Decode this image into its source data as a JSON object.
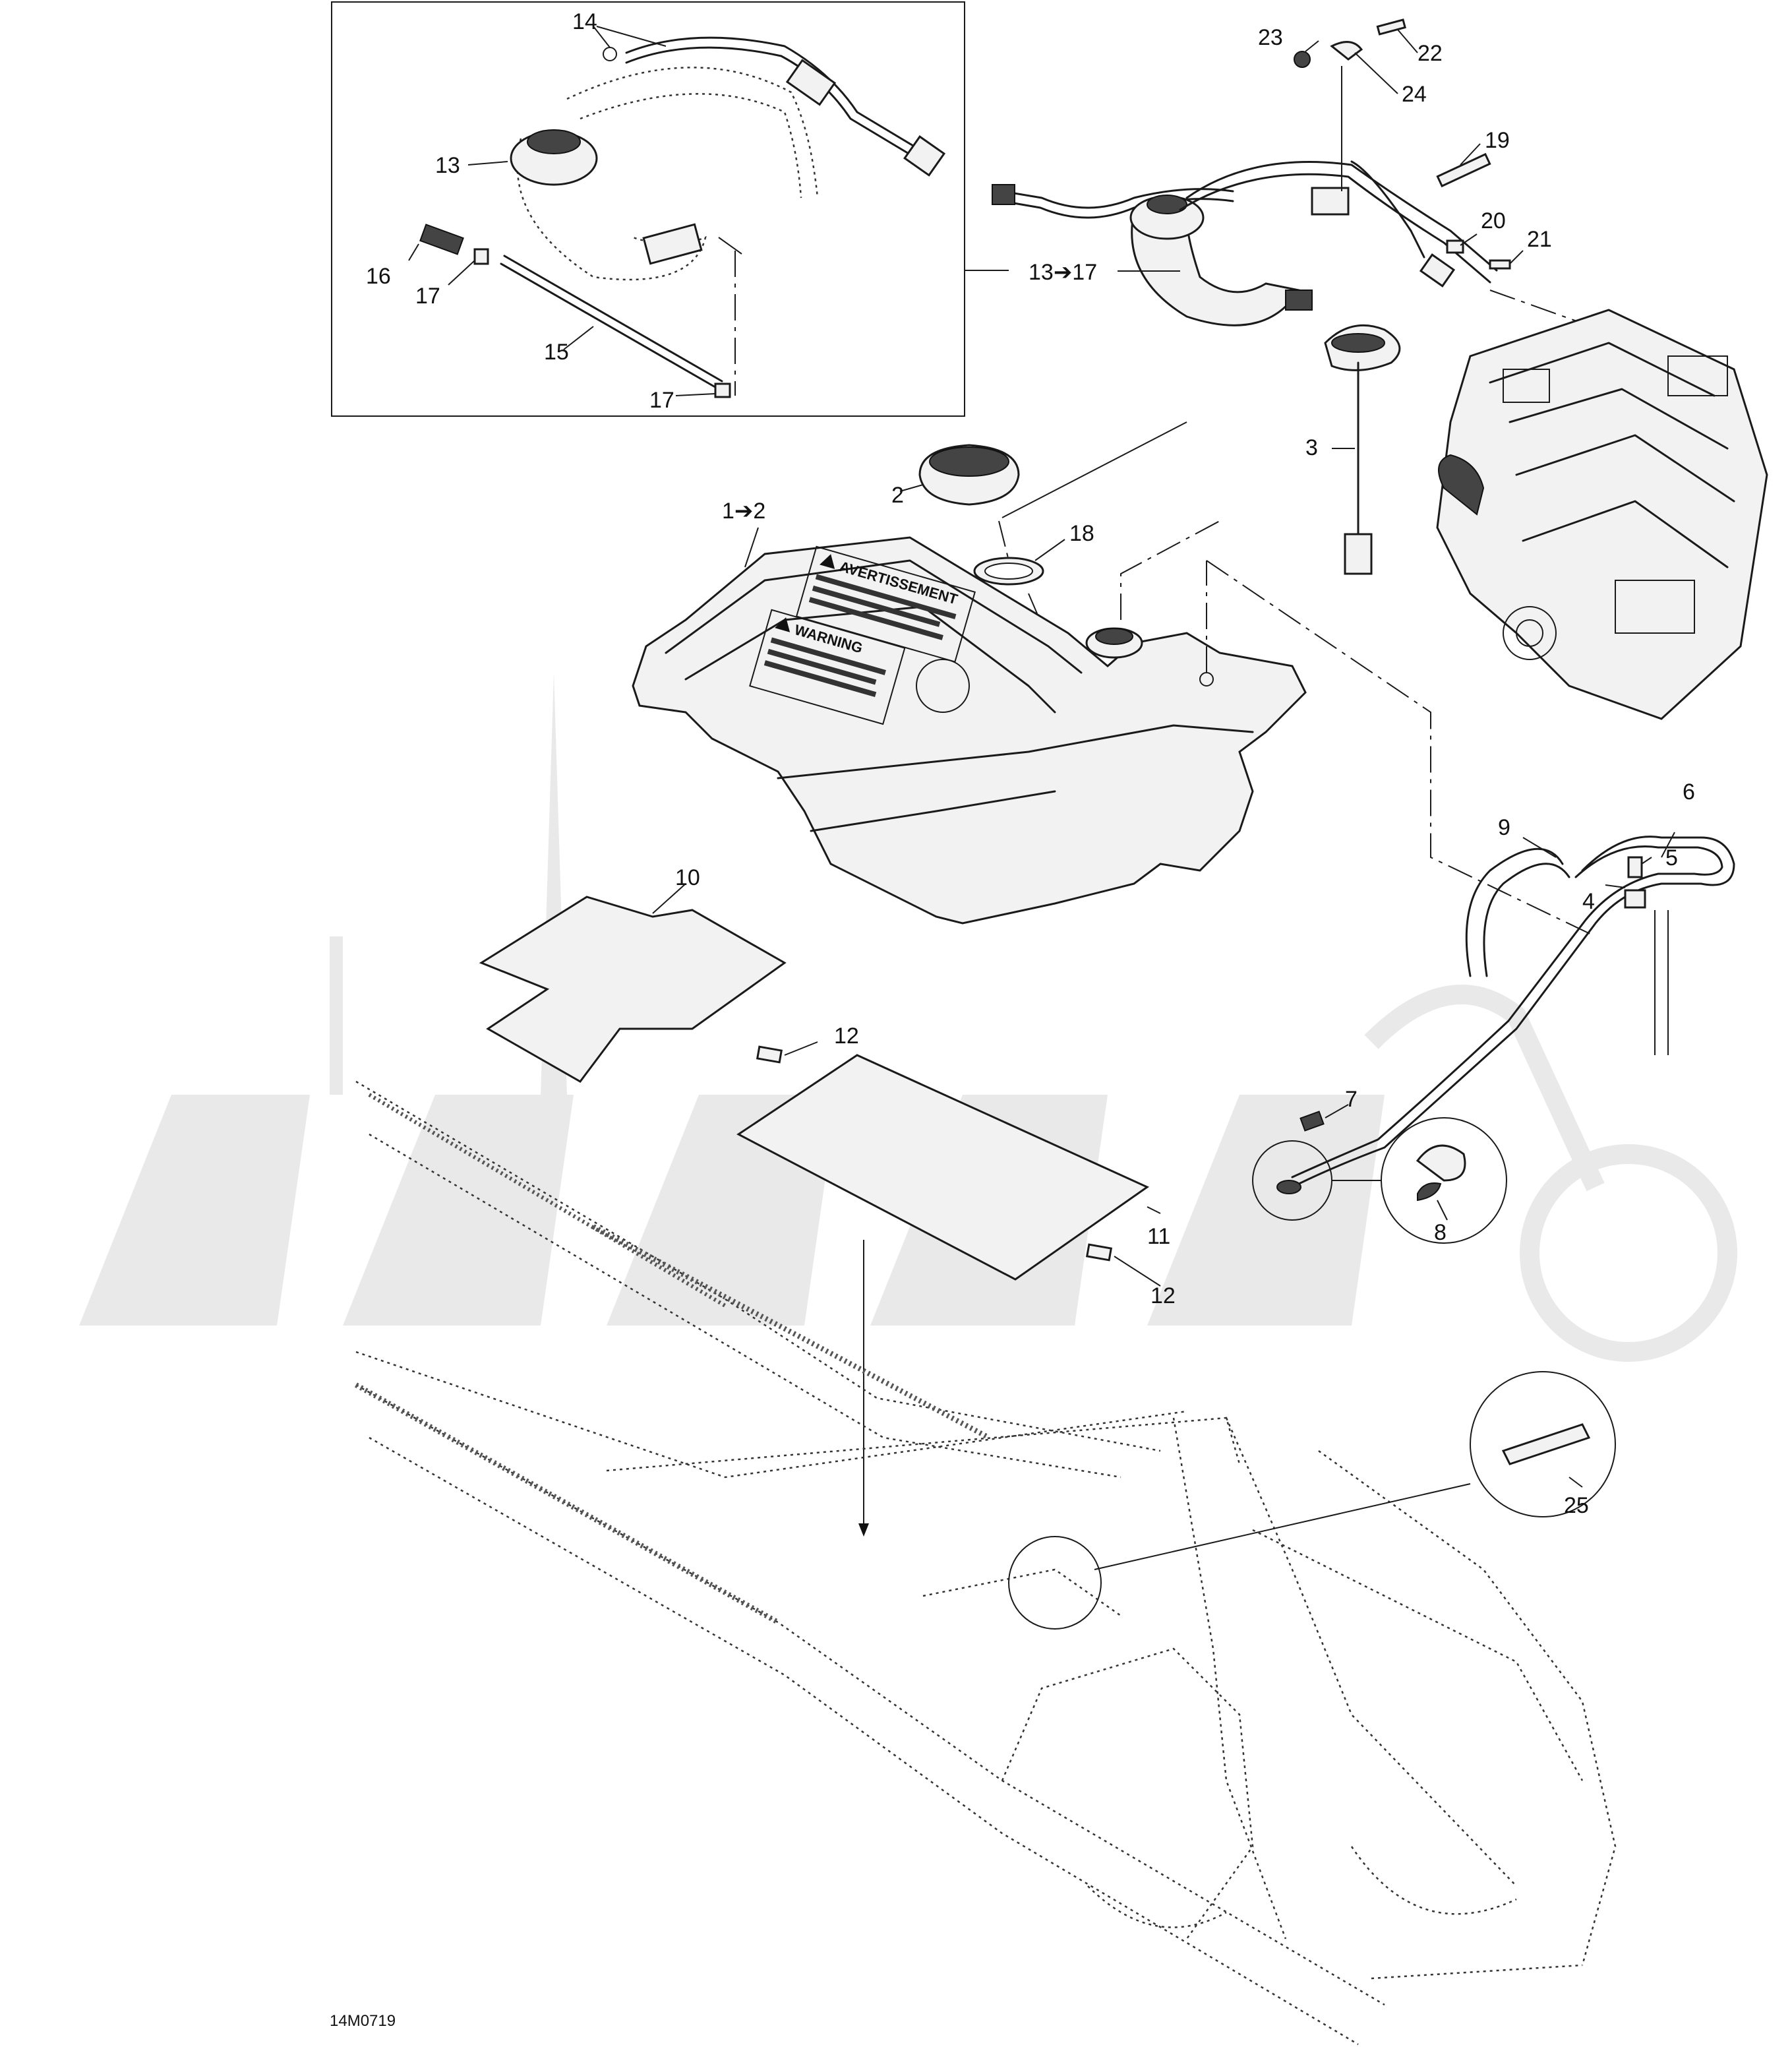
{
  "figure": {
    "code": "14M0719",
    "callouts": {
      "c1_2": "1➔2",
      "c2": "2",
      "c3": "3",
      "c4": "4",
      "c5": "5",
      "c6": "6",
      "c7": "7",
      "c8": "8",
      "c9": "9",
      "c10": "10",
      "c11": "11",
      "c12a": "12",
      "c12b": "12",
      "c13": "13",
      "c13_17": "13➔17",
      "c14": "14",
      "c15": "15",
      "c16": "16",
      "c17a": "17",
      "c17b": "17",
      "c18": "18",
      "c19": "19",
      "c20": "20",
      "c21": "21",
      "c22": "22",
      "c23": "23",
      "c24": "24",
      "c25": "25"
    },
    "tank_labels": {
      "warning_fr": "AVERTISSEMENT",
      "warning_en": "WARNING"
    }
  },
  "colors": {
    "line": "#1a1a1a",
    "watermark": "#e9e9e9",
    "background": "#ffffff"
  }
}
